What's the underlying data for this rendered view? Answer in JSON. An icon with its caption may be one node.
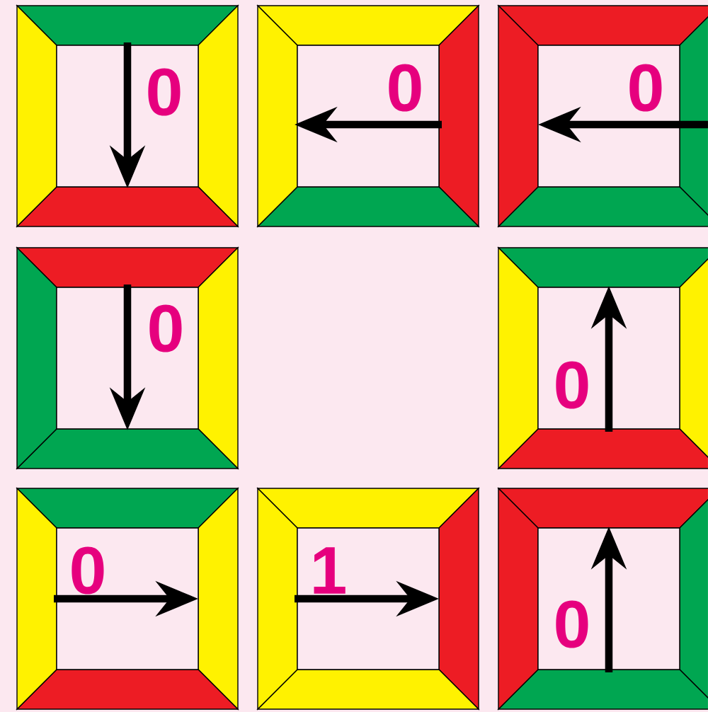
{
  "diagram": {
    "nodes": [
      {
        "text": [
          "0"
        ]
      },
      {
        "text": [
          "0"
        ]
      },
      {
        "text": [
          "0"
        ]
      },
      {
        "text": [
          "0"
        ]
      },
      {
        "text": [
          "0"
        ]
      },
      {
        "text": [
          "0"
        ]
      },
      {
        "text": [
          "1"
        ]
      },
      {
        "text": [
          "0"
        ]
      }
    ]
  }
}
